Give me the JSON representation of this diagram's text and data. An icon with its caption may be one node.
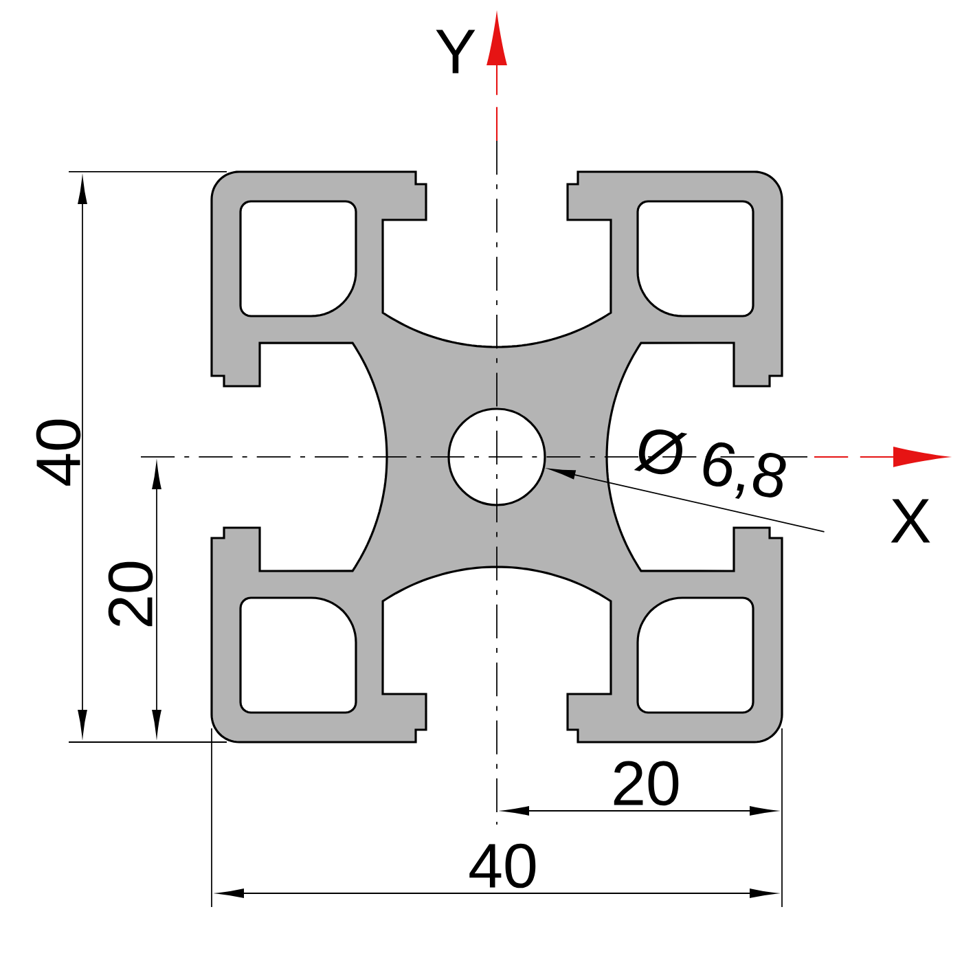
{
  "diagram": {
    "nodes": [
      {
        "text": [
          "Ø 6,8"
        ]
      },
      {
        "text": [],
        "shape": "circle"
      }
    ],
    "edges": [
      {
        "from": 0,
        "to": 1,
        "arrow": "to"
      }
    ],
    "labels": [
      "Y",
      "40",
      "X",
      "20",
      "20",
      "40"
    ]
  }
}
